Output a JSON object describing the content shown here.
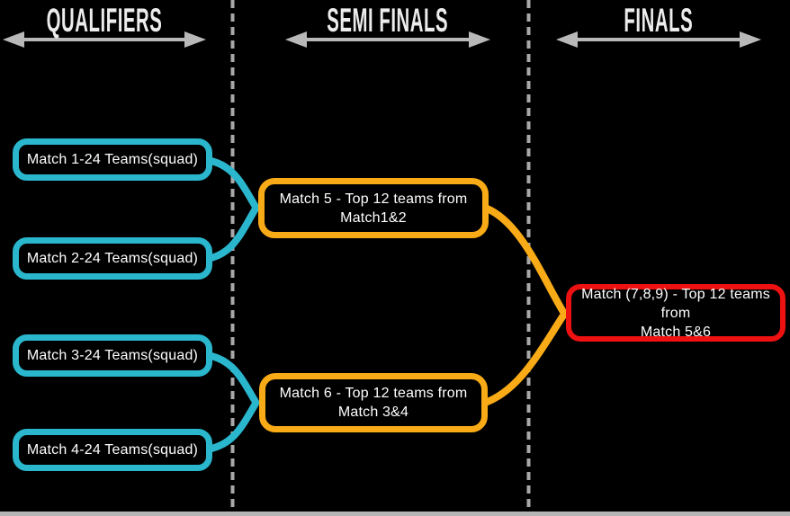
{
  "diagram": {
    "columns": [
      {
        "id": "qualifiers",
        "label": "QUALIFIERS"
      },
      {
        "id": "semi_finals",
        "label": "SEMI FINALS"
      },
      {
        "id": "finals",
        "label": "FINALS"
      }
    ],
    "nodes": {
      "match1": {
        "text": "Match 1-24 Teams(squad)"
      },
      "match2": {
        "text": "Match 2-24 Teams(squad)"
      },
      "match3": {
        "text": "Match 3-24 Teams(squad)"
      },
      "match4": {
        "text": "Match 4-24 Teams(squad)"
      },
      "match5": {
        "line1": "Match 5 - Top 12 teams from",
        "line2": "Match1&2"
      },
      "match6": {
        "line1": "Match 6 - Top 12 teams from",
        "line2": "Match 3&4"
      },
      "final": {
        "line1": "Match (7,8,9) - Top 12 teams from",
        "line2": "Match 5&6"
      }
    },
    "colors": {
      "qualifier_border": "#2ab7ce",
      "semifinal_border": "#f9ab17",
      "final_border": "#ee1111",
      "guide_grey": "#b5b5b5",
      "background": "#000000",
      "text": "#ffffff"
    }
  }
}
